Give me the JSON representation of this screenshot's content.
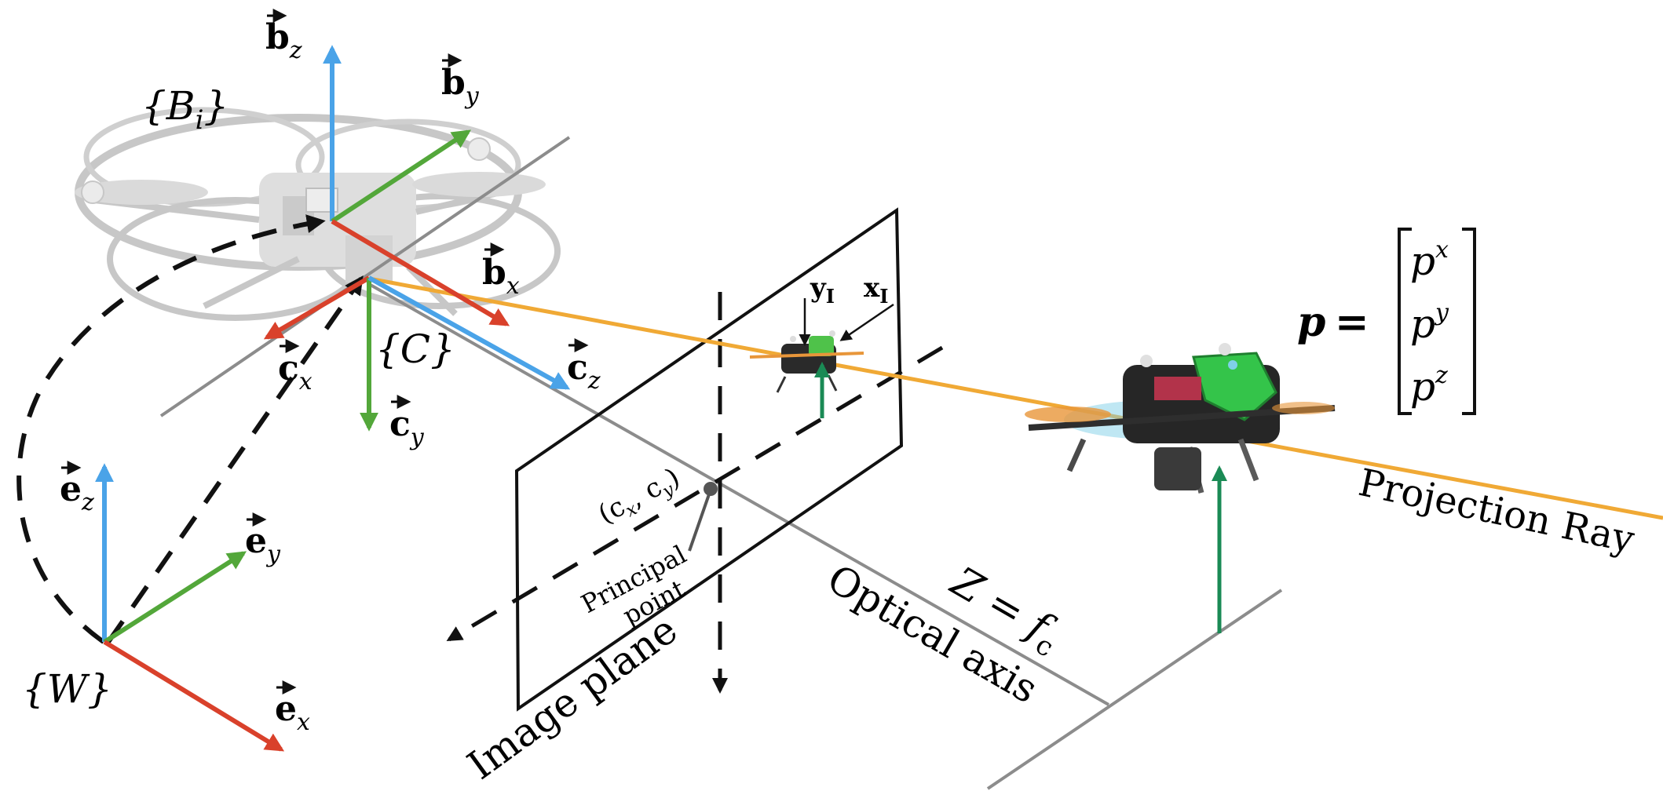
{
  "colors": {
    "blue": "#4aa3e8",
    "green": "#53a73a",
    "red": "#d9412b",
    "orange": "#f0a935",
    "gray": "#8c8c8c",
    "dark_green": "#1a8a55",
    "black": "#111111"
  },
  "frames": {
    "body": {
      "name": "{B",
      "sub": "i",
      "close": "}"
    },
    "camera": {
      "name": "{C}"
    },
    "world": {
      "name": "{W}"
    }
  },
  "axes": {
    "bz": {
      "base": "b",
      "sub": "z"
    },
    "by": {
      "base": "b",
      "sub": "y"
    },
    "bx": {
      "base": "b",
      "sub": "x"
    },
    "cx": {
      "base": "c",
      "sub": "x"
    },
    "cy": {
      "base": "c",
      "sub": "y"
    },
    "cz": {
      "base": "c",
      "sub": "z"
    },
    "ez": {
      "base": "e",
      "sub": "z"
    },
    "ey": {
      "base": "e",
      "sub": "y"
    },
    "ex": {
      "base": "e",
      "sub": "x"
    }
  },
  "image_axes": {
    "y": {
      "base": "y",
      "sub": "I"
    },
    "x": {
      "base": "x",
      "sub": "I"
    }
  },
  "principal": {
    "coord": "(c",
    "cx_sub": "x",
    "sep": ", c",
    "cy_sub": "y",
    "close": ")",
    "label_line1": "Principal",
    "label_line2": "point"
  },
  "labels": {
    "image_plane": "Image plane",
    "optical_axis": "Optical axis",
    "z_eq": "Z = f",
    "z_sub": "c",
    "projection_ray": "Projection Ray"
  },
  "vector": {
    "lhs": "p",
    "eq": "=",
    "components": [
      {
        "base": "p",
        "sup": "x"
      },
      {
        "base": "p",
        "sup": "y"
      },
      {
        "base": "p",
        "sup": "z"
      }
    ]
  }
}
